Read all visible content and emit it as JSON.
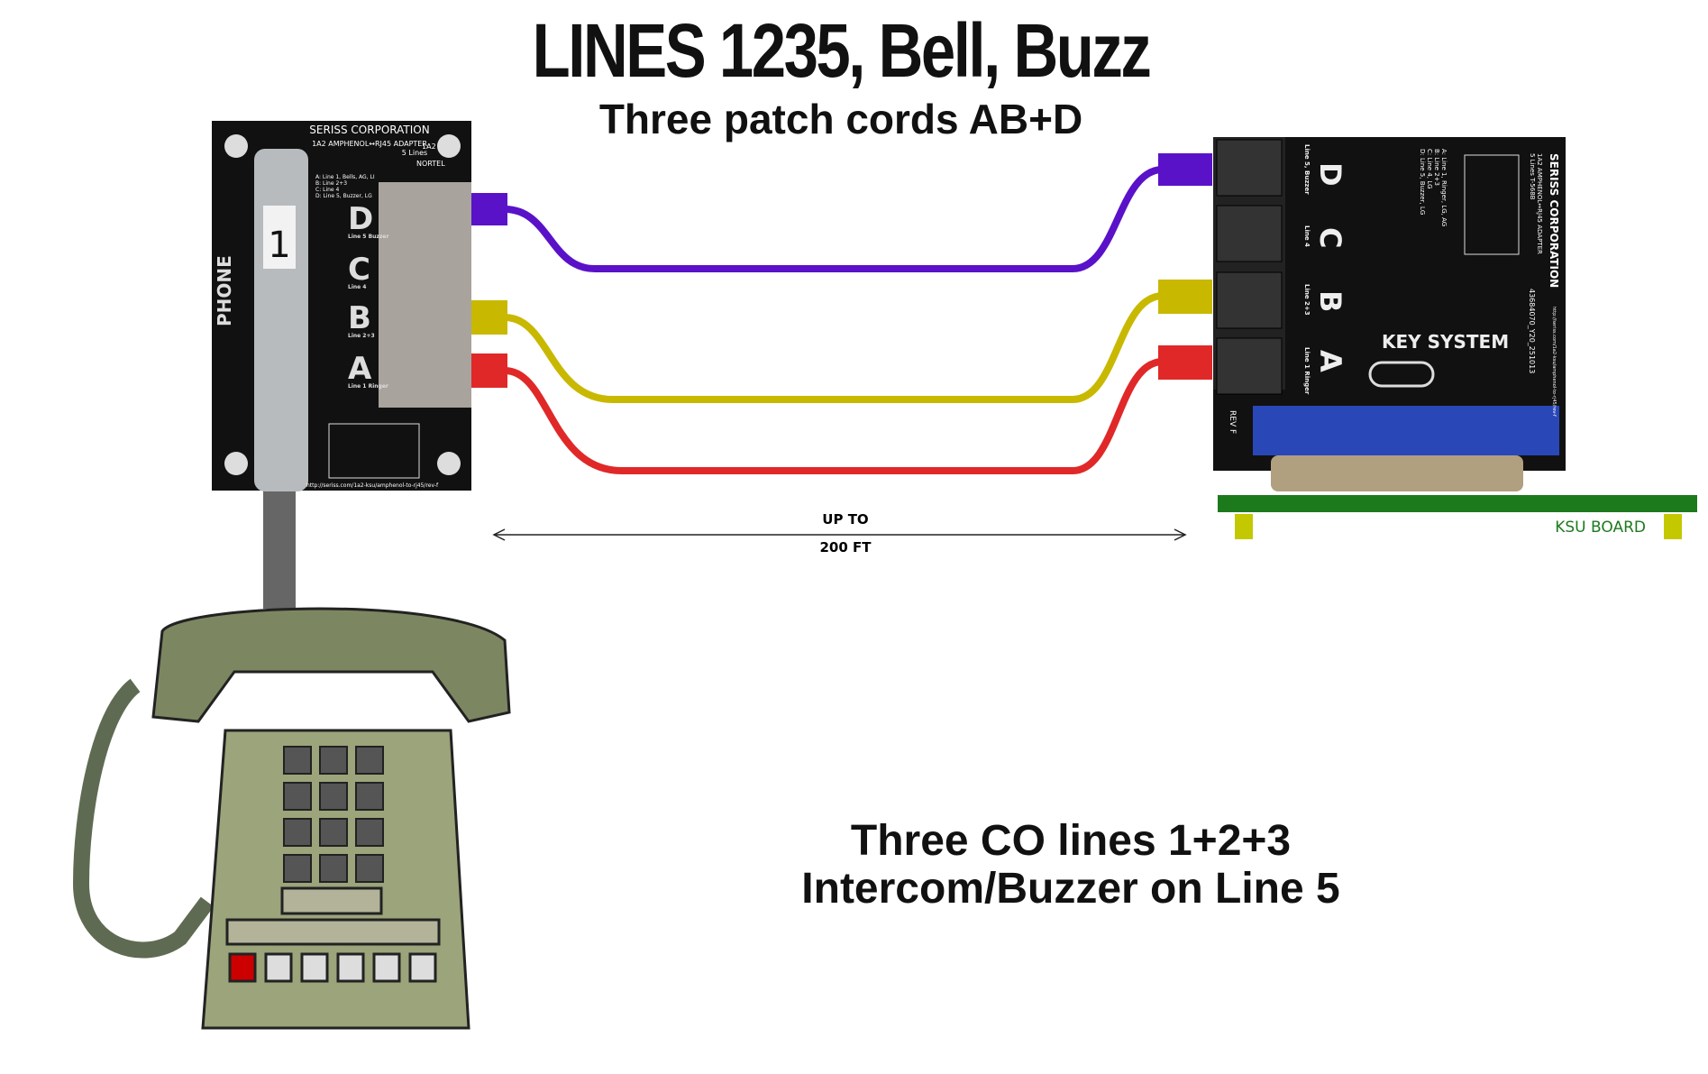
{
  "title": "LINES 1235, Bell, Buzz",
  "subtitle": "Three patch cords AB+D",
  "distance": {
    "top": "UP TO",
    "bottom": "200 FT"
  },
  "bottom_text": [
    "Three CO lines 1+2+3",
    "Intercom/Buzzer on Line 5"
  ],
  "ksu_label": "KSU BOARD",
  "left_board": {
    "header1": "SERISS CORPORATION",
    "header2": "1A2 AMPHENOL↔RJ45 ADAPTER",
    "header3": "5 Lines",
    "jumper_1a2": "1A2",
    "jumper_nortel": "NORTEL",
    "phone_label": "PHONE",
    "tag_number": "1",
    "legend": [
      "A: Line 1, Bells, AG, LI",
      "B: Line 2+3",
      "C: Line 4",
      "D: Line 5, Buzzer, LG"
    ],
    "ports": [
      {
        "letter": "D",
        "desc": "Line 5 Buzzer"
      },
      {
        "letter": "C",
        "desc": "Line 4"
      },
      {
        "letter": "B",
        "desc": "Line 2+3"
      },
      {
        "letter": "A",
        "desc": "Line 1 Ringer"
      }
    ],
    "url": "http://seriss.com/1a2-ksu/amphenol-to-rj45/rev-f"
  },
  "right_board": {
    "header1": "SERISS CORPORATION",
    "header2": "1A2 AMPHENOL↔RJ45 ADAPTER",
    "header3": "5 Lines  T-568B",
    "legend": [
      "A: Line 1, Ringer, LG, AG",
      "B: Line 2+3",
      "C: Line 4, LG",
      "D: Line 5, Buzzer, LG"
    ],
    "ports": [
      {
        "letter": "D",
        "desc": "Line 5, Buzzer"
      },
      {
        "letter": "C",
        "desc": "Line 4"
      },
      {
        "letter": "B",
        "desc": "Line 2+3"
      },
      {
        "letter": "A",
        "desc": "Line 1 Ringer"
      }
    ],
    "key_system": "KEY SYSTEM",
    "part_number": "43684070_Y20_251013",
    "rev": "REV F",
    "url": "http://seriss.com/1a2-ksu/amphenol-to-rj45/rev-f"
  },
  "colors": {
    "purple": "#5a12c8",
    "yellow": "#c9b800",
    "red": "#e02828",
    "ksu_green": "#1c7a1c",
    "board": "#111111"
  }
}
